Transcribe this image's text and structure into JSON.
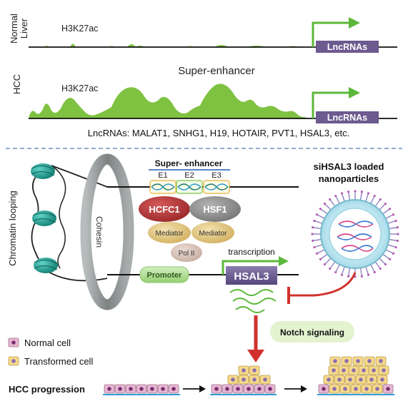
{
  "top": {
    "normal_label_line1": "Normal",
    "normal_label_line2": "Liver",
    "hcc_label": "HCC",
    "h3k27ac_normal": "H3K27ac",
    "h3k27ac_hcc": "H3K27ac",
    "super_enhancer_title": "Super-enhancer",
    "lncrnas_box_normal": "LncRNAs",
    "lncrnas_box_hcc": "LncRNAs",
    "lncrna_list": "LncRNAs: MALAT1, SNHG1, H19, HOTAIR, PVT1, HSAL3, etc."
  },
  "mechanism": {
    "chromatin_looping_label": "Chromatin looping",
    "cohesin_label": "Cohesin",
    "super_enhancer_label": "Super- enhancer",
    "enhancers": [
      "E1",
      "E2",
      "E3"
    ],
    "hcfc1": "HCFC1",
    "hsf1": "HSF1",
    "mediator_left": "Mediator",
    "mediator_right": "Mediator",
    "pol2": "Pol II",
    "transcription": "transcription",
    "promoter": "Promoter",
    "hsal3": "HSAL3",
    "nanoparticles_line1": "siHSAL3 loaded",
    "nanoparticles_line2": "nanoparticles",
    "notch": "Notch signaling"
  },
  "legend": {
    "normal_cell": "Normal cell",
    "transformed_cell": "Transformed cell"
  },
  "progression": {
    "label": "HCC progression"
  },
  "colors": {
    "green_signal": "#7fc242",
    "lnc_box": "#6d5a8f",
    "dna_teal": "#26a69a",
    "cohesin_gray": "#8c9191",
    "hcfc1_red": "#b5383a",
    "hsf1_gray": "#8e8e8e",
    "mediator_tan": "#e2c886",
    "promoter_green": "#a8d98a",
    "hsal3_purple": "#6a5a8c",
    "inhibit_red": "#d0312d",
    "notch_bg": "#e3f2cf",
    "normal_cell_pink": "#e7b7d2",
    "transformed_cell_yellow": "#f6d98a",
    "divider_blue": "#6e8fbf"
  }
}
